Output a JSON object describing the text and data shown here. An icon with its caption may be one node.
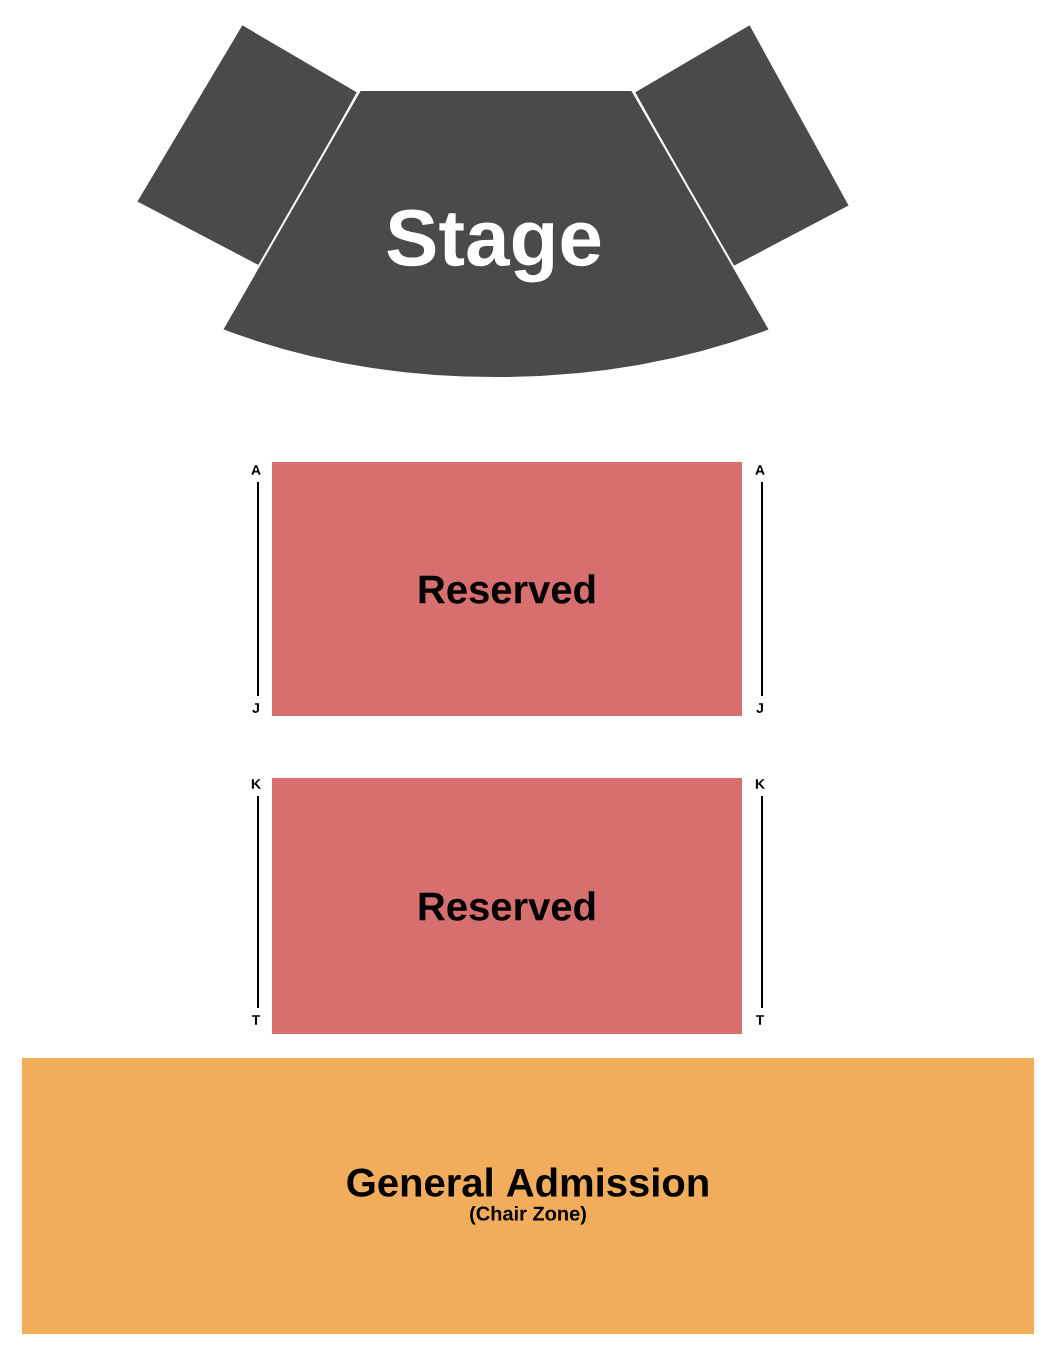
{
  "diagram": {
    "nodes": [
      {
        "text": [
          "Stage"
        ]
      },
      {
        "text": [
          "Reserved"
        ]
      },
      {
        "text": [
          "Reserved"
        ]
      },
      {
        "text": [
          "General Admission",
          "(Chair Zone)"
        ]
      }
    ],
    "labels": [
      "A",
      "A",
      "J",
      "J",
      "K",
      "K",
      "T",
      "T"
    ]
  }
}
